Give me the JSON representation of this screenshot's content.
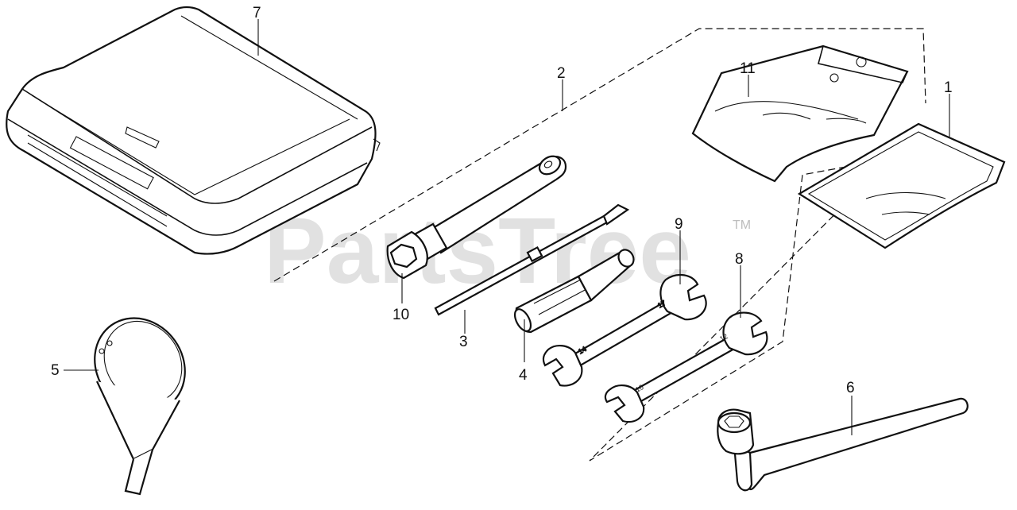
{
  "watermark": {
    "text": "PartsTree",
    "tm": "TM"
  },
  "callouts": [
    {
      "id": "7",
      "label": "7"
    },
    {
      "id": "2",
      "label": "2"
    },
    {
      "id": "11",
      "label": "11"
    },
    {
      "id": "1",
      "label": "1"
    },
    {
      "id": "9",
      "label": "9"
    },
    {
      "id": "8",
      "label": "8"
    },
    {
      "id": "10",
      "label": "10"
    },
    {
      "id": "3",
      "label": "3"
    },
    {
      "id": "4",
      "label": "4"
    },
    {
      "id": "5",
      "label": "5"
    },
    {
      "id": "6",
      "label": "6"
    }
  ],
  "wrench_markings": {
    "w9": "17",
    "w9_small": "14",
    "w8": "12",
    "w8_small": "10"
  }
}
